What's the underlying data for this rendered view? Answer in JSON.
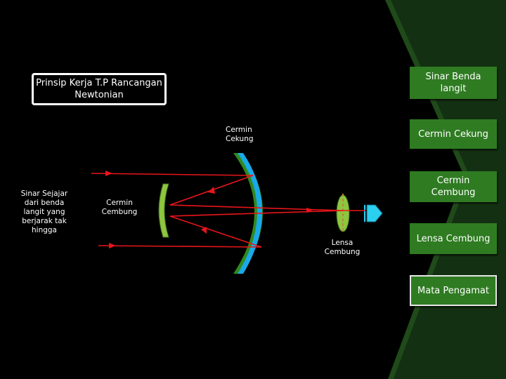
{
  "title": "Prinsip Kerja T.P Rancangan Newtonian",
  "buttons": {
    "sinar_benda_langit": "Sinar Benda langit",
    "cermin_cekung": "Cermin Cekung",
    "cermin_cembung": "Cermin Cembung",
    "lensa_cembung": "Lensa Cembung",
    "mata_pengamat": "Mata Pengamat"
  },
  "labels": {
    "cermin_cekung": "Cermin Cekung",
    "cermin_cembung": "Cermin Cembung",
    "lensa_cembung": "Lensa Cembung",
    "sinar_sejajar": "Sinar Sejajar dari benda langit yang berjarak tak hingga"
  },
  "colors": {
    "background": "#000000",
    "button_green": "#2f7b22",
    "ray_red": "#e8151b",
    "mirror_blue": "#1aa9e8",
    "mirror_green": "#8ec63f",
    "eye_cyan": "#2bd0ee"
  }
}
